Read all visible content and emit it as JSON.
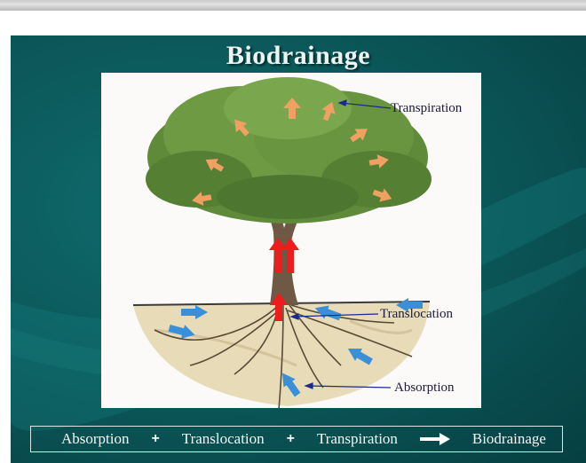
{
  "slide": {
    "title": "Biodrainage",
    "labels": {
      "transpiration": "Transpiration",
      "translocation": "Translocation",
      "absorption": "Absorption"
    },
    "equation": {
      "term1": "Absorption",
      "op1": "+",
      "term2": "Translocation",
      "op2": "+",
      "term3": "Transpiration",
      "result": "Biodrainage"
    }
  },
  "colors": {
    "slide_background": "#0b5557",
    "transpiration_arrows": "#f0a060",
    "translocation_arrows": "#ee1c1c",
    "absorption_arrows": "#3b8fd6",
    "label_text": "#1a1a3a"
  }
}
